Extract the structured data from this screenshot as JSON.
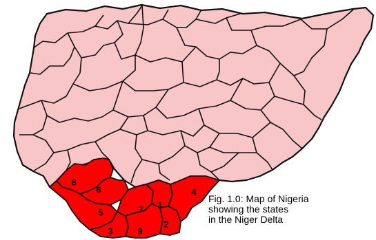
{
  "colors": {
    "background": "#ffffff",
    "state_fill": "#f8c6c6",
    "delta_state_fill": "#ff0000",
    "border": "#111111"
  },
  "map": {
    "country": "Nigeria",
    "delta_state_labels": [
      "1",
      "2",
      "3",
      "4",
      "5",
      "6",
      "7",
      "8",
      "9"
    ]
  },
  "caption": {
    "line1": "Fig. 1.0: Map of Nigeria",
    "line2": "showing the states",
    "line3": "in the Niger Delta"
  }
}
